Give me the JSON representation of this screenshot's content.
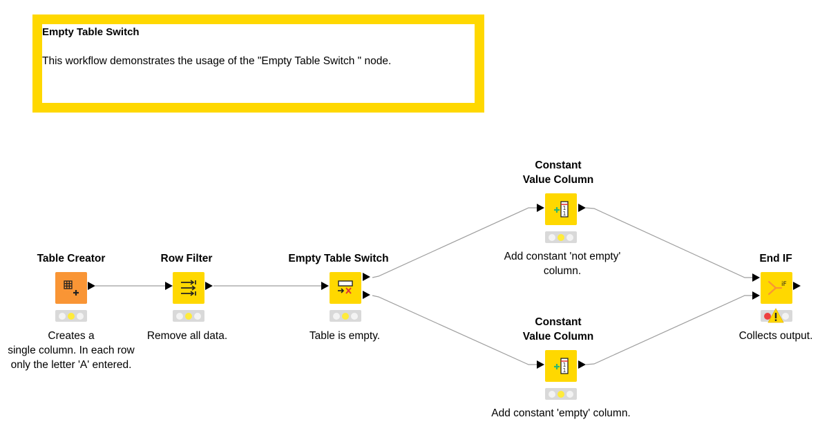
{
  "annotation": {
    "title": "Empty Table Switch",
    "text": "This workflow demonstrates the usage of the \"Empty Table Switch \" node.",
    "border_color": "#FFD800"
  },
  "colors": {
    "yellow_node": "#FFD800",
    "orange_node": "#F99535",
    "wire": "#9e9e9e",
    "status_yellow": "#FFEB3B",
    "status_red": "#ee3f3f"
  },
  "nodes": {
    "table_creator": {
      "title": "Table Creator",
      "desc": [
        "Creates a",
        "single column. In each row",
        "only the letter 'A' entered."
      ],
      "icon": "table-plus-icon",
      "status": "configured"
    },
    "row_filter": {
      "title": "Row Filter",
      "desc": [
        "Remove all data."
      ],
      "icon": "row-filter-icon",
      "status": "configured"
    },
    "empty_table_switch": {
      "title": "Empty Table Switch",
      "desc": [
        "Table is empty."
      ],
      "icon": "empty-switch-icon",
      "status": "configured"
    },
    "const_top": {
      "title": [
        "Constant",
        "Value Column"
      ],
      "desc": [
        "Add constant 'not empty'",
        "column."
      ],
      "icon": "constant-column-icon",
      "status": "configured"
    },
    "const_bottom": {
      "title": [
        "Constant",
        "Value Column"
      ],
      "desc": [
        "Add constant 'empty' column."
      ],
      "icon": "constant-column-icon",
      "status": "configured"
    },
    "end_if": {
      "title": "End IF",
      "desc": [
        "Collects output."
      ],
      "icon": "end-if-icon",
      "status": "error-warning"
    }
  }
}
